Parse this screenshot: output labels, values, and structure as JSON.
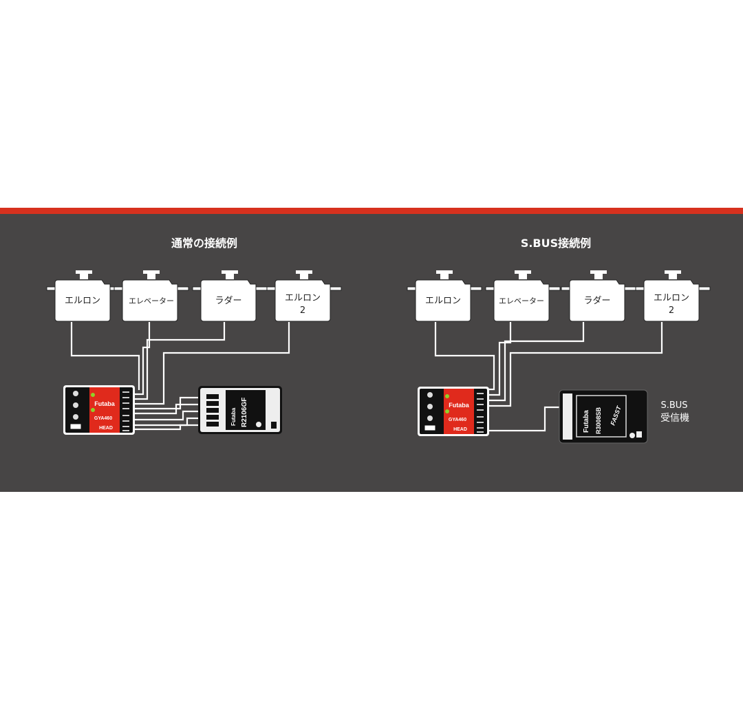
{
  "colors": {
    "accent_stripe": "#d7311e",
    "panel": "#474545",
    "device_red": "#e02a1c",
    "led_green": "#8fd12a"
  },
  "left": {
    "title": "通常の接続例",
    "servos": [
      {
        "label": "エルロン",
        "label2": ""
      },
      {
        "label": "エレベーター",
        "label2": ""
      },
      {
        "label": "ラダー",
        "label2": ""
      },
      {
        "label": "エルロン",
        "label2": "2"
      }
    ],
    "gyro": {
      "brand": "Futaba",
      "model": "GYA460",
      "mode": "HEAD"
    },
    "receiver": {
      "brand": "Futaba",
      "model": "R2106GF"
    }
  },
  "right": {
    "title": "S.BUS接続例",
    "servos": [
      {
        "label": "エルロン",
        "label2": ""
      },
      {
        "label": "エレベーター",
        "label2": ""
      },
      {
        "label": "ラダー",
        "label2": ""
      },
      {
        "label": "エルロン",
        "label2": "2"
      }
    ],
    "gyro": {
      "brand": "Futaba",
      "model": "GYA460",
      "mode": "HEAD"
    },
    "receiver": {
      "brand": "Futaba",
      "model": "R3008SB",
      "tech": "FASST"
    },
    "receiver_caption_1": "S.BUS",
    "receiver_caption_2": "受信機"
  }
}
